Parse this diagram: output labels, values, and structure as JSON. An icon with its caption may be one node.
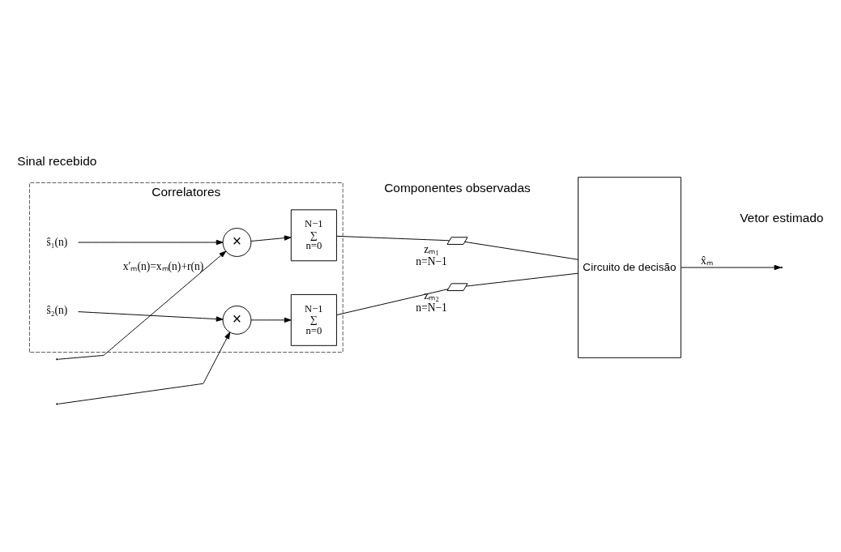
{
  "diagram": {
    "nodes": [
      {
        "text": [
          "Correlatores"
        ]
      },
      {
        "text": [
          "×"
        ],
        "in": 0
      },
      {
        "text": [
          "N−1",
          "∑",
          "n=0"
        ],
        "in": 0
      },
      {
        "text": [
          "×"
        ],
        "in": 0
      },
      {
        "text": [
          "N−1",
          "∑",
          "n=0"
        ],
        "in": 0
      },
      {
        "text": [
          "ŝ₁(n)"
        ],
        "in": 0
      },
      {
        "text": [
          "ŝ₂(n)"
        ],
        "in": 0
      },
      {
        "text": [],
        "shape": "switch",
        "beside": [
          "zₘ₁",
          "n=N−1"
        ]
      },
      {
        "text": [],
        "shape": "switch",
        "beside": [
          "zₘ₂",
          "n=N−1"
        ]
      },
      {
        "text": [
          "Circuito de decisão"
        ]
      }
    ],
    "edges": [
      {
        "from": null,
        "to": 1,
        "arrow": "to",
        "label": "x′ₘ(n)=xₘ(n)+r(n)"
      },
      {
        "from": null,
        "to": 3,
        "arrow": "to"
      },
      {
        "from": 5,
        "to": 1,
        "arrow": "to"
      },
      {
        "from": 1,
        "to": 2,
        "arrow": "to"
      },
      {
        "from": 6,
        "to": 3,
        "arrow": "to"
      },
      {
        "from": 3,
        "to": 4,
        "arrow": "to"
      },
      {
        "from": 2,
        "to": 7,
        "arrow": "none"
      },
      {
        "from": 4,
        "to": 8,
        "arrow": "none"
      },
      {
        "from": 7,
        "to": 9,
        "arrow": "none"
      },
      {
        "from": 8,
        "to": 9,
        "arrow": "none"
      },
      {
        "from": 9,
        "to": null,
        "arrow": "to",
        "label": "x̂ₘ"
      }
    ],
    "labels": [
      "Sinal recebido",
      "Componentes observadas",
      "Vetor estimado"
    ]
  }
}
